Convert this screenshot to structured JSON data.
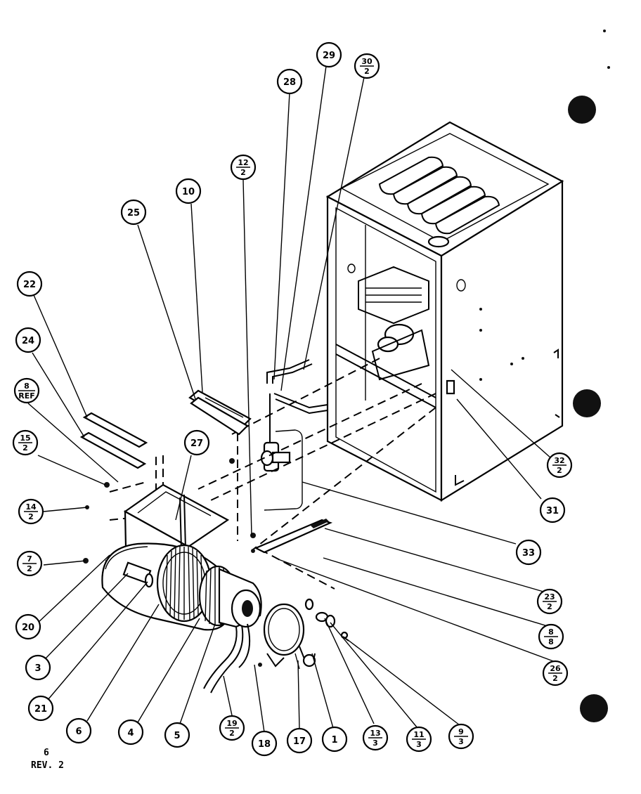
{
  "diagram": {
    "callouts": [
      {
        "id": "c29",
        "top": "29",
        "bottom": ""
      },
      {
        "id": "c30",
        "top": "30",
        "bottom": "2"
      },
      {
        "id": "c28",
        "top": "28",
        "bottom": ""
      },
      {
        "id": "c12",
        "top": "12",
        "bottom": "2"
      },
      {
        "id": "c10",
        "top": "10",
        "bottom": ""
      },
      {
        "id": "c25",
        "top": "25",
        "bottom": ""
      },
      {
        "id": "c22",
        "top": "22",
        "bottom": ""
      },
      {
        "id": "c24",
        "top": "24",
        "bottom": ""
      },
      {
        "id": "c8ref",
        "top": "8",
        "bottom": "REF"
      },
      {
        "id": "c15",
        "top": "15",
        "bottom": "2"
      },
      {
        "id": "c27",
        "top": "27",
        "bottom": ""
      },
      {
        "id": "c14",
        "top": "14",
        "bottom": "2"
      },
      {
        "id": "c7",
        "top": "7",
        "bottom": "2"
      },
      {
        "id": "c20",
        "top": "20",
        "bottom": ""
      },
      {
        "id": "c3",
        "top": "3",
        "bottom": ""
      },
      {
        "id": "c21",
        "top": "21",
        "bottom": ""
      },
      {
        "id": "c6",
        "top": "6",
        "bottom": ""
      },
      {
        "id": "c4",
        "top": "4",
        "bottom": ""
      },
      {
        "id": "c5",
        "top": "5",
        "bottom": ""
      },
      {
        "id": "c19",
        "top": "19",
        "bottom": "2"
      },
      {
        "id": "c18",
        "top": "18",
        "bottom": ""
      },
      {
        "id": "c17",
        "top": "17",
        "bottom": ""
      },
      {
        "id": "c1",
        "top": "1",
        "bottom": ""
      },
      {
        "id": "c13",
        "top": "13",
        "bottom": "3"
      },
      {
        "id": "c11",
        "top": "11",
        "bottom": "3"
      },
      {
        "id": "c9",
        "top": "9",
        "bottom": "3"
      },
      {
        "id": "c26",
        "top": "26",
        "bottom": "2"
      },
      {
        "id": "c8",
        "top": "8",
        "bottom": "8"
      },
      {
        "id": "c23",
        "top": "23",
        "bottom": "2"
      },
      {
        "id": "c33",
        "top": "33",
        "bottom": ""
      },
      {
        "id": "c31",
        "top": "31",
        "bottom": ""
      },
      {
        "id": "c32",
        "top": "32",
        "bottom": "2"
      }
    ]
  },
  "footer": {
    "page": "6",
    "revision": "REV. 2"
  }
}
